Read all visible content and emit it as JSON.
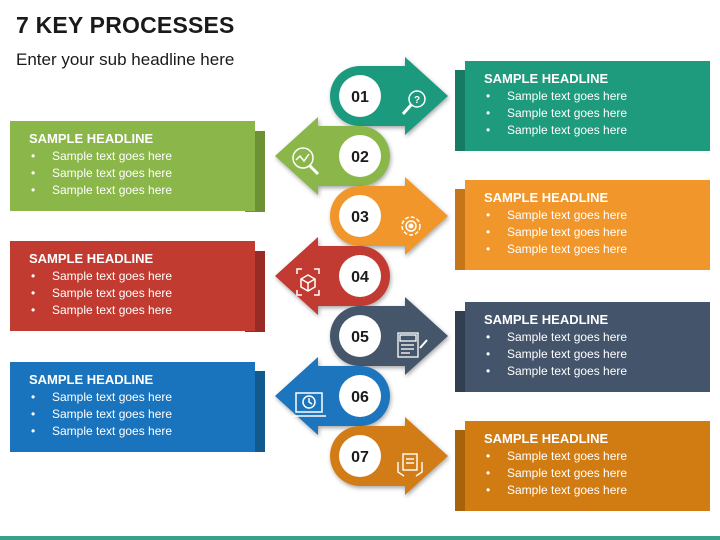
{
  "header": {
    "title": "7 KEY PROCESSES",
    "subtitle": "Enter your sub headline here"
  },
  "steps": [
    {
      "number": "01",
      "color": "#1e9a7d",
      "icon": "search-question-icon"
    },
    {
      "number": "02",
      "color": "#8bb64a",
      "icon": "data-analysis-icon"
    },
    {
      "number": "03",
      "color": "#f0962a",
      "icon": "gear-cycle-icon"
    },
    {
      "number": "04",
      "color": "#c23b30",
      "icon": "cube-scan-icon"
    },
    {
      "number": "05",
      "color": "#44546a",
      "icon": "test-sheet-icon"
    },
    {
      "number": "06",
      "color": "#1a74bd",
      "icon": "monitor-clock-icon"
    },
    {
      "number": "07",
      "color": "#d17c12",
      "icon": "clipboard-hands-icon"
    }
  ],
  "cards": [
    {
      "headline": "SAMPLE HEADLINE",
      "items": [
        "Sample text goes here",
        "Sample text goes here",
        "Sample text goes here"
      ]
    },
    {
      "headline": "SAMPLE HEADLINE",
      "items": [
        "Sample text goes here",
        "Sample text goes here",
        "Sample text goes here"
      ]
    },
    {
      "headline": "SAMPLE HEADLINE",
      "items": [
        "Sample text goes here",
        "Sample text goes here",
        "Sample text goes here"
      ]
    },
    {
      "headline": "SAMPLE HEADLINE",
      "items": [
        "Sample text goes here",
        "Sample text goes here",
        "Sample text goes here"
      ]
    },
    {
      "headline": "SAMPLE HEADLINE",
      "items": [
        "Sample text goes here",
        "Sample text goes here",
        "Sample text goes here"
      ]
    },
    {
      "headline": "SAMPLE HEADLINE",
      "items": [
        "Sample text goes here",
        "Sample text goes here",
        "Sample text goes here"
      ]
    },
    {
      "headline": "SAMPLE HEADLINE",
      "items": [
        "Sample text goes here",
        "Sample text goes here",
        "Sample text goes here"
      ]
    }
  ]
}
